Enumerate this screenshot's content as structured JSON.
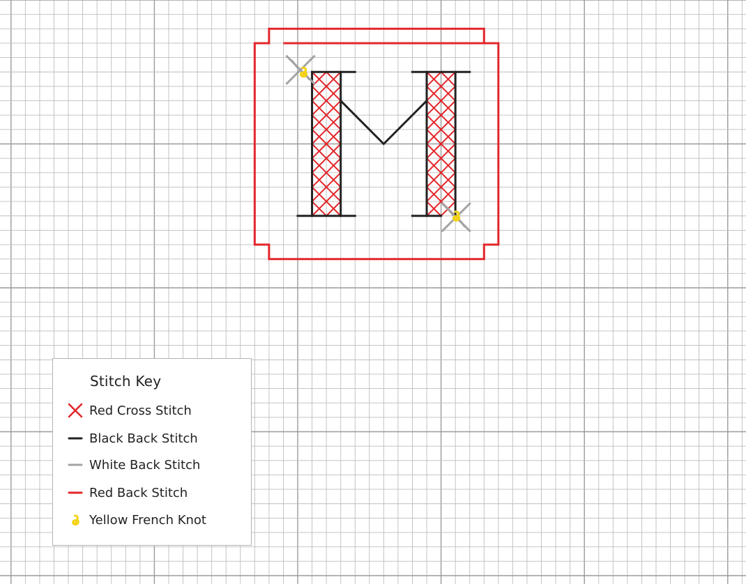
{
  "pattern": {
    "letter": "M",
    "grid_columns": 51,
    "grid_rows": 40,
    "major_grid_every": 10,
    "colors": {
      "grid_minor": "#bdbdbd",
      "grid_major": "#9a9a9a",
      "red": "#e3262a",
      "black": "#222222",
      "white_stitch": "#a3a3a3",
      "yellow": "#f4d215"
    }
  },
  "legend": {
    "title": "Stitch Key",
    "items": [
      {
        "icon": "cross-stitch-icon",
        "label": "Red Cross Stitch",
        "color": "#e3262a"
      },
      {
        "icon": "black-line-icon",
        "label": "Black Back Stitch",
        "color": "#222222"
      },
      {
        "icon": "white-line-icon",
        "label": "White Back Stitch",
        "color": "#a3a3a3"
      },
      {
        "icon": "red-line-icon",
        "label": "Red Back Stitch",
        "color": "#e3262a"
      },
      {
        "icon": "french-knot-icon",
        "label": "Yellow French Knot",
        "color": "#f4d215"
      }
    ]
  }
}
